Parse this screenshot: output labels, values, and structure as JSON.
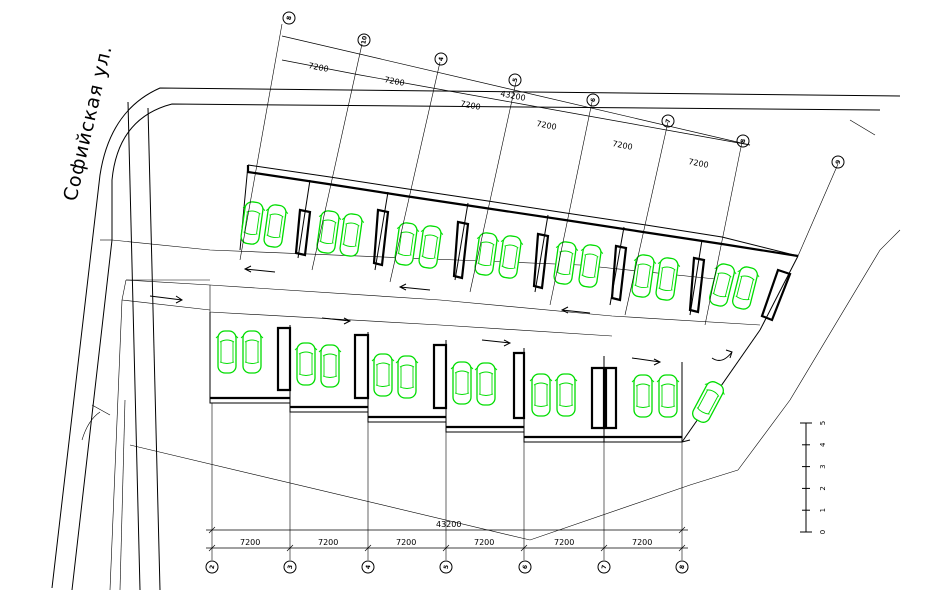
{
  "street": {
    "name": "Софийская ул."
  },
  "dimensions": {
    "bottom_bay": "7200",
    "bottom_total": "43200",
    "top_bay": "7200",
    "top_total": "43200"
  },
  "axes": {
    "top": [
      "8",
      "10",
      "4",
      "5",
      "6",
      "7",
      "8",
      "9"
    ],
    "bottom": [
      "2",
      "3",
      "4",
      "5",
      "6",
      "7",
      "8"
    ]
  },
  "scale": {
    "ticks": [
      "0",
      "1",
      "2",
      "3",
      "4",
      "5"
    ]
  },
  "colors": {
    "car": "#00dd00",
    "line": "#000000"
  }
}
